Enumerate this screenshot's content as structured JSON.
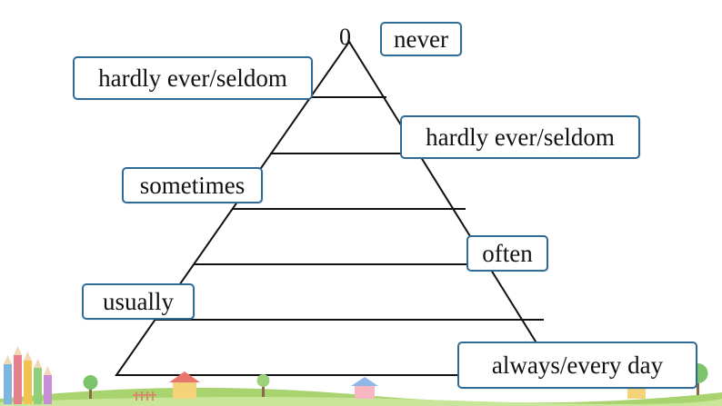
{
  "apex_label": "0",
  "levels": {
    "never": "never",
    "hardly_left": "hardly ever/seldom",
    "hardly_right": "hardly ever/seldom",
    "sometimes": "sometimes",
    "often": "often",
    "usually": "usually",
    "always": "always/every day"
  },
  "colors": {
    "line": "#111111",
    "box_border": "#2e6b96",
    "ground": "#a9d36e"
  }
}
